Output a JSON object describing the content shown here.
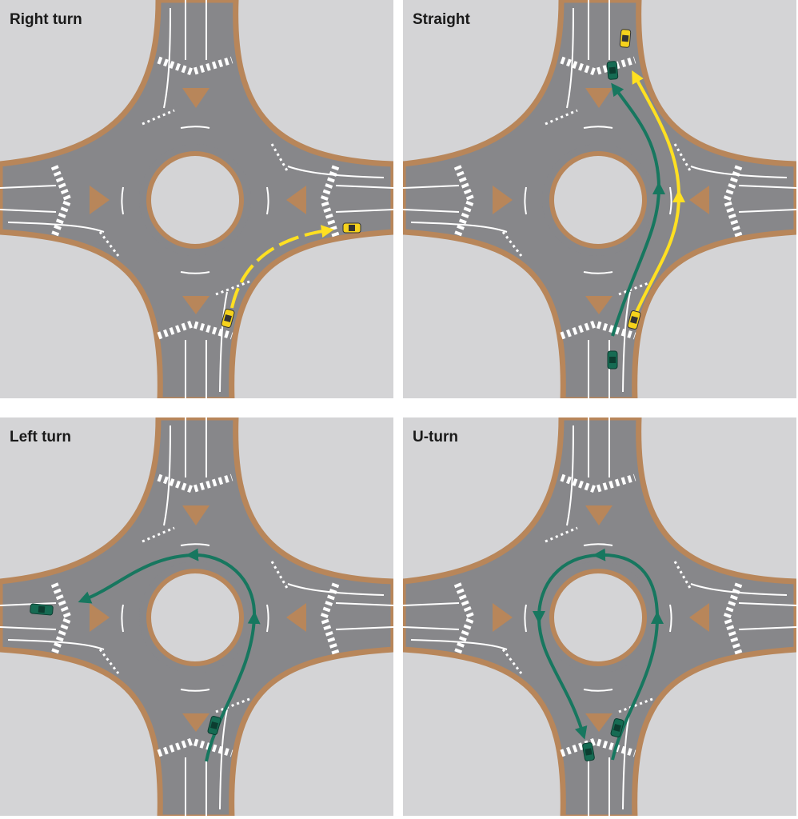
{
  "colors": {
    "background": "#d4d4d6",
    "road": "#87878a",
    "curb": "#b8865a",
    "island": "#d4d4d6",
    "marking": "#ffffff",
    "yellow_path": "#ffe021",
    "green_path": "#17775f",
    "yellow_car": "#f5d21c",
    "green_car": "#166b53"
  },
  "panels": [
    {
      "id": "right-turn",
      "title": "Right turn"
    },
    {
      "id": "straight",
      "title": "Straight"
    },
    {
      "id": "left-turn",
      "title": "Left turn"
    },
    {
      "id": "u-turn",
      "title": "U-turn"
    }
  ]
}
